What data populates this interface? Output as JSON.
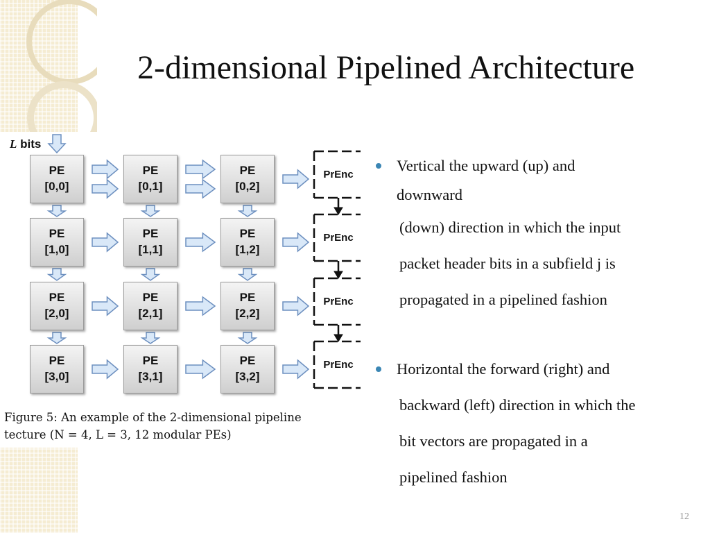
{
  "slide": {
    "title": "2-dimensional Pipelined Architecture",
    "page_number": "12"
  },
  "figure": {
    "input_label_var": "L",
    "input_label_text": " bits",
    "pes": [
      [
        "PE",
        "[0,0]"
      ],
      [
        "PE",
        "[0,1]"
      ],
      [
        "PE",
        "[0,2]"
      ],
      [
        "PE",
        "[1,0]"
      ],
      [
        "PE",
        "[1,1]"
      ],
      [
        "PE",
        "[1,2]"
      ],
      [
        "PE",
        "[2,0]"
      ],
      [
        "PE",
        "[2,1]"
      ],
      [
        "PE",
        "[2,2]"
      ],
      [
        "PE",
        "[3,0]"
      ],
      [
        "PE",
        "[3,1]"
      ],
      [
        "PE",
        "[3,2]"
      ]
    ],
    "prenc_label": "PrEnc",
    "caption_line1": "Figure 5:  An example of the 2-dimensional pipeline",
    "caption_line2": "tecture (N = 4, L = 3, 12 modular PEs)"
  },
  "bullets": [
    {
      "lines": [
        "Vertical the upward (up) and",
        "downward",
        "(down) direction in which the input",
        "packet header bits in a subfield j is",
        "propagated in a pipelined fashion"
      ]
    },
    {
      "lines": [
        "Horizontal the forward (right) and",
        "backward (left) direction in which the",
        "bit vectors are propagated in a",
        "pipelined fashion"
      ]
    }
  ],
  "colors": {
    "bullet_dot": "#3b86b4",
    "arrow_fill": "#d9e8f8",
    "arrow_stroke": "#6c8fbf",
    "background_pattern": "#f5ecd2"
  }
}
